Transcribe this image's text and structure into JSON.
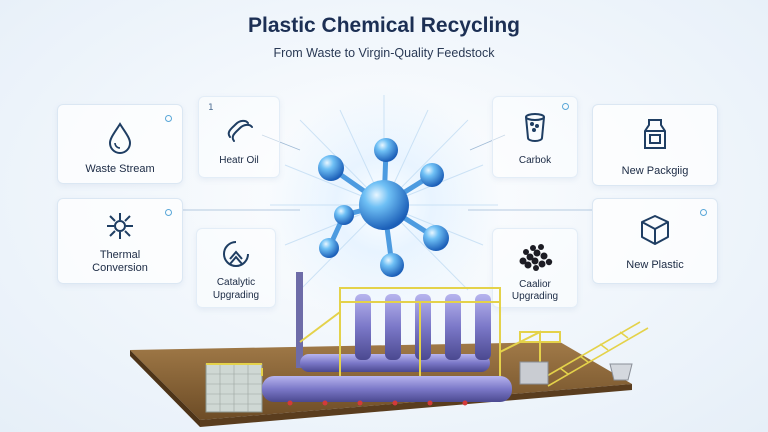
{
  "header": {
    "title": "Plastic Chemical Recycling",
    "subtitle": "From Waste to Virgin-Quality Feedstock"
  },
  "cards": {
    "waste_stream": "Waste Stream",
    "heat_oil": "Heatr Oil",
    "heat_oil_number": "1",
    "carbok": "Carbok",
    "new_packaging": "New Packgiig",
    "thermal_line1": "Thermal",
    "thermal_line2": "Conversion",
    "catalytic_line1": "Catalytic",
    "catalytic_line2": "Upgrading",
    "caalior_line1": "Caalior",
    "caalior_line2": "Upgrading",
    "new_plastic": "New Plastic"
  },
  "icons": {
    "waste_stream": "water-drop-icon",
    "heat_oil": "flame-waves-icon",
    "carbok": "beaker-icon",
    "new_packaging": "milk-carton-icon",
    "thermal": "gear-snowflake-icon",
    "catalytic": "recycle-arrows-icon",
    "caalior": "pellets-icon",
    "new_plastic": "cube-icon"
  },
  "colors": {
    "title": "#1c2f54",
    "icon_stroke": "#1f3e63",
    "accent": "#5aa7d8",
    "molecule": "#2f86d8",
    "plant_body": "#7b78c8",
    "rail": "#e4d24a",
    "base": "#8a6234"
  }
}
